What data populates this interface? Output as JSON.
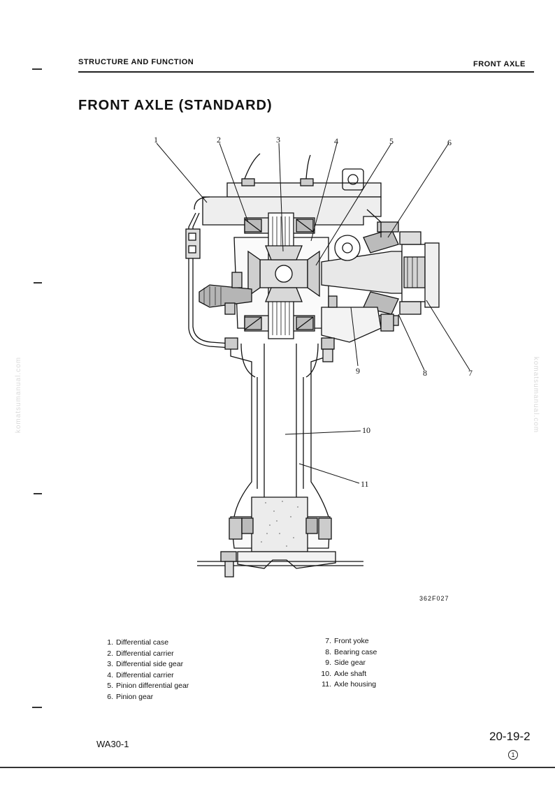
{
  "header": {
    "left": "STRUCTURE AND FUNCTION",
    "right": "FRONT AXLE"
  },
  "title": "FRONT AXLE (STANDARD)",
  "figure": {
    "figure_id": "362F027",
    "callouts": [
      "1",
      "2",
      "3",
      "4",
      "5",
      "6",
      "7",
      "8",
      "9",
      "10",
      "11"
    ]
  },
  "legend": {
    "left": [
      {
        "num": "1.",
        "label": "Differential case"
      },
      {
        "num": "2.",
        "label": "Differential carrier"
      },
      {
        "num": "3.",
        "label": "Differential side gear"
      },
      {
        "num": "4.",
        "label": "Differential carrier"
      },
      {
        "num": "5.",
        "label": "Pinion differential gear"
      },
      {
        "num": "6.",
        "label": "Pinion gear"
      }
    ],
    "right": [
      {
        "num": "7.",
        "label": "Front yoke"
      },
      {
        "num": "8.",
        "label": "Bearing case"
      },
      {
        "num": "9.",
        "label": "Side gear"
      },
      {
        "num": "10.",
        "label": "Axle shaft"
      },
      {
        "num": "11.",
        "label": "Axle housing"
      }
    ]
  },
  "footer": {
    "model": "WA30-1",
    "page": "20-19-2",
    "revision": "1"
  },
  "watermark": "komatsumanual.com"
}
